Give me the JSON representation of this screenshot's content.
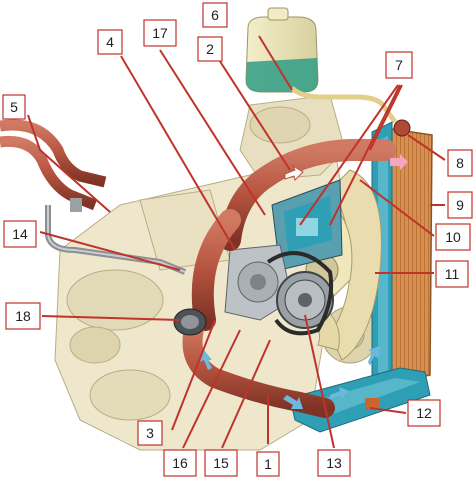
{
  "diagram": {
    "colors": {
      "engine": "#efe7cc",
      "engine_shadow": "#d8cfa9",
      "hose": "#b5533f",
      "hose_dark": "#7e3326",
      "coolant_tank": "#2f9e86",
      "radiator_blue": "#2e9fb5",
      "fan": "#e9ddb0",
      "callout_red": "#c0332b",
      "flow_arrow": "#6fb8dd"
    },
    "labels": [
      {
        "id": "label-1",
        "text": "1"
      },
      {
        "id": "label-2",
        "text": "2"
      },
      {
        "id": "label-3",
        "text": "3"
      },
      {
        "id": "label-4",
        "text": "4"
      },
      {
        "id": "label-5",
        "text": "5"
      },
      {
        "id": "label-6",
        "text": "6"
      },
      {
        "id": "label-7",
        "text": "7"
      },
      {
        "id": "label-8",
        "text": "8"
      },
      {
        "id": "label-9",
        "text": "9"
      },
      {
        "id": "label-10",
        "text": "10"
      },
      {
        "id": "label-11",
        "text": "11"
      },
      {
        "id": "label-12",
        "text": "12"
      },
      {
        "id": "label-13",
        "text": "13"
      },
      {
        "id": "label-14",
        "text": "14"
      },
      {
        "id": "label-15",
        "text": "15"
      },
      {
        "id": "label-16",
        "text": "16"
      },
      {
        "id": "label-17",
        "text": "17"
      },
      {
        "id": "label-18",
        "text": "18"
      }
    ]
  }
}
